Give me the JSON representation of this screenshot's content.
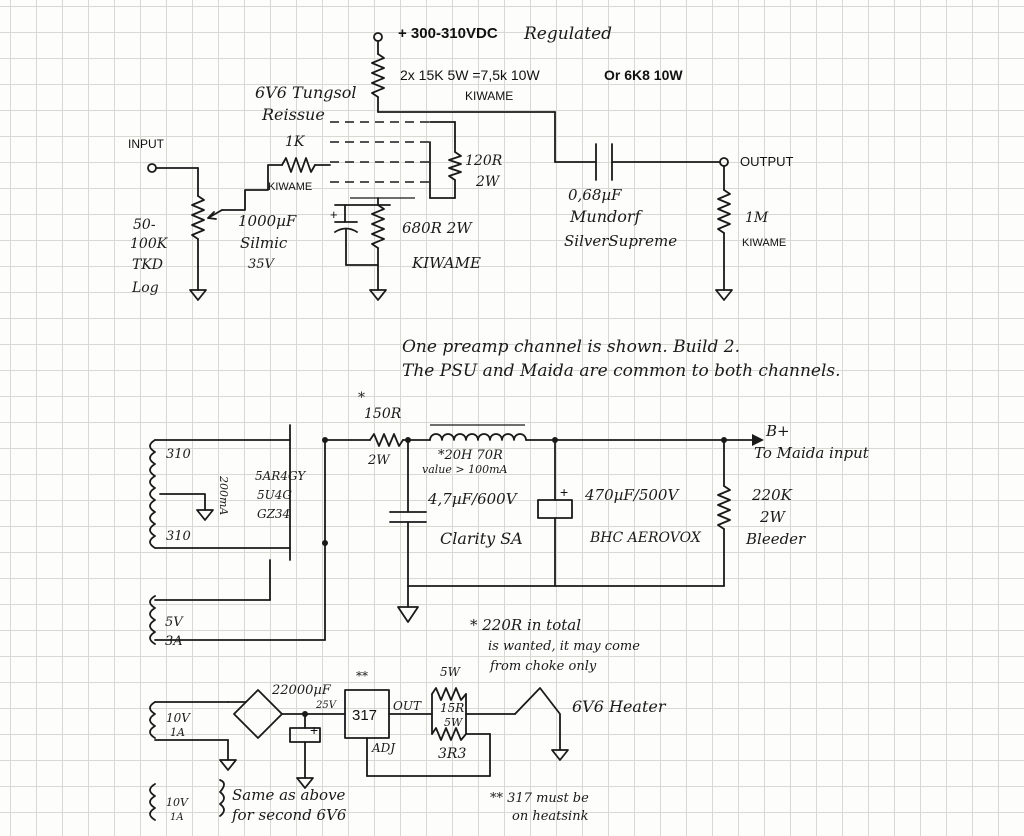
{
  "top": {
    "supply": "+ 300-310VDC",
    "regulated": "Regulated",
    "load_resistor": "2x 15K 5W =7,5k 10W",
    "alternative": "Or 6K8 10W",
    "load_brand": "KIWAME"
  },
  "preamp": {
    "tube_line1": "6V6 Tungsol",
    "tube_line2": "Reissue",
    "input_label": "INPUT",
    "grid_res": "1K",
    "grid_brand": "KIWAME",
    "pot_line1": "50-",
    "pot_line2": "100K",
    "pot_line3": "TKD",
    "pot_line4": "Log",
    "cath_cap": "1000µF",
    "cath_cap_brand": "Silmic",
    "cath_cap_volt": "35V",
    "cath_res": "680R 2W",
    "cath_res_brand": "KIWAME",
    "screen_res": "120R",
    "screen_res_watt": "2W",
    "coupling_value": "0,68µF",
    "coupling_brand": "Mundorf",
    "coupling_model": "SilverSupreme",
    "output_label": "OUTPUT",
    "out_res": "1M",
    "out_res_brand": "KIWAME"
  },
  "note": {
    "line1": "One preamp channel is shown. Build 2.",
    "line2": "The PSU and Maida are common to both channels."
  },
  "psu": {
    "star": "*",
    "series_res": "150R",
    "series_res_watt": "2W",
    "choke_line1": "*20H 70R",
    "choke_line2": "value > 100mA",
    "b_plus": "B+",
    "b_plus_dest": "To Maida input",
    "hv_top": "310",
    "hv_bottom": "310",
    "hv_current": "200mA",
    "rect_1": "5AR4GY",
    "rect_2": "5U4G",
    "rect_3": "GZ34",
    "cap1": "4,7µF/600V",
    "cap1_brand": "Clarity SA",
    "cap2": "470µF/500V",
    "cap2_brand": "BHC AEROVOX",
    "bleeder": "220K",
    "bleeder_watt": "2W",
    "bleeder_label": "Bleeder",
    "fil_v": "5V",
    "fil_a": "3A",
    "choke_note1": "* 220R in total",
    "choke_note2": "is wanted, it may come",
    "choke_note3": "from choke only"
  },
  "heater": {
    "sec_v": "10V",
    "sec_a": "1A",
    "filter_cap": "22000µF",
    "filter_volt": "25V",
    "stars": "**",
    "reg": "317",
    "reg_out": "OUT",
    "reg_adj": "ADJ",
    "res_top_watt": "5W",
    "res_15": "15R",
    "res_mid_watt": "5W",
    "res_3r3": "3R3",
    "heater_label": "6V6 Heater",
    "sec2_v": "10V",
    "sec2_a": "1A",
    "same_line1": "Same as above",
    "same_line2": "for second 6V6",
    "heatsink_note1": "** 317 must be",
    "heatsink_note2": "on heatsink"
  }
}
